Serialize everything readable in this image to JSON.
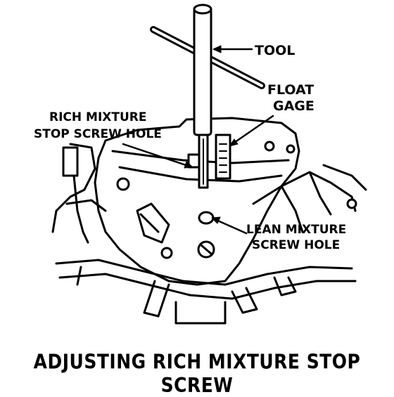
{
  "labels": {
    "tool": "TOOL",
    "float_gage_1": "FLOAT",
    "float_gage_2": "GAGE",
    "rich_hole_1": "RICH MIXTURE",
    "rich_hole_2": "STOP SCREW HOLE",
    "lean_hole_1": "LEAN MIXTURE",
    "lean_hole_2": "SCREW HOLE"
  },
  "caption": "ADJUSTING RICH MIXTURE STOP SCREW"
}
